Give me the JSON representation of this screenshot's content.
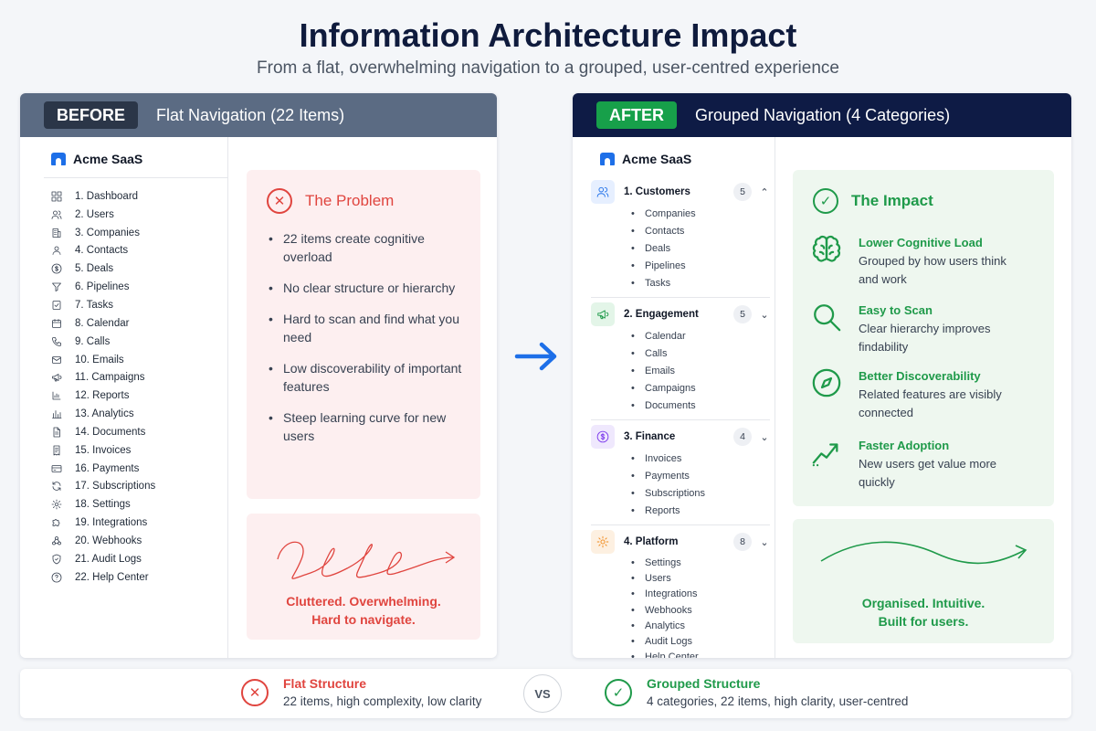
{
  "title": "Information Architecture Impact",
  "subtitle": "From a flat, overwhelming navigation to a grouped, user-centred experience",
  "before": {
    "pill": "BEFORE",
    "heading": "Flat Navigation (22 Items)",
    "brand": "Acme SaaS",
    "items": [
      {
        "label": "1. Dashboard",
        "icon": "grid-icon"
      },
      {
        "label": "2. Users",
        "icon": "users-icon"
      },
      {
        "label": "3. Companies",
        "icon": "building-icon"
      },
      {
        "label": "4. Contacts",
        "icon": "user-icon"
      },
      {
        "label": "5. Deals",
        "icon": "dollar-icon"
      },
      {
        "label": "6. Pipelines",
        "icon": "filter-icon"
      },
      {
        "label": "7. Tasks",
        "icon": "checklist-icon"
      },
      {
        "label": "8. Calendar",
        "icon": "calendar-icon"
      },
      {
        "label": "9. Calls",
        "icon": "phone-icon"
      },
      {
        "label": "10. Emails",
        "icon": "mail-icon"
      },
      {
        "label": "11. Campaigns",
        "icon": "megaphone-icon"
      },
      {
        "label": "12. Reports",
        "icon": "report-icon"
      },
      {
        "label": "13. Analytics",
        "icon": "bar-chart-icon"
      },
      {
        "label": "14. Documents",
        "icon": "document-icon"
      },
      {
        "label": "15. Invoices",
        "icon": "invoice-icon"
      },
      {
        "label": "16. Payments",
        "icon": "card-icon"
      },
      {
        "label": "17. Subscriptions",
        "icon": "refresh-icon"
      },
      {
        "label": "18. Settings",
        "icon": "gear-icon"
      },
      {
        "label": "19. Integrations",
        "icon": "puzzle-icon"
      },
      {
        "label": "20. Webhooks",
        "icon": "webhook-icon"
      },
      {
        "label": "21. Audit Logs",
        "icon": "shield-icon"
      },
      {
        "label": "22. Help Center",
        "icon": "help-icon"
      }
    ],
    "problem": {
      "title": "The Problem",
      "bullets": [
        "22 items create cognitive overload",
        "No clear structure or hierarchy",
        "Hard to scan and find what you need",
        "Low discoverability of important features",
        "Steep learning curve for new users"
      ]
    },
    "caption_line1": "Cluttered. Overwhelming.",
    "caption_line2": "Hard to navigate."
  },
  "after": {
    "pill": "AFTER",
    "heading": "Grouped Navigation (4 Categories)",
    "brand": "Acme SaaS",
    "groups": [
      {
        "label": "1. Customers",
        "count": "5",
        "expanded": true,
        "icon": "users-icon",
        "color": "#1d6fe8",
        "bg": "#e6efff",
        "items": [
          "Companies",
          "Contacts",
          "Deals",
          "Pipelines",
          "Tasks"
        ]
      },
      {
        "label": "2. Engagement",
        "count": "5",
        "expanded": false,
        "icon": "megaphone-icon",
        "color": "#1f9a4a",
        "bg": "#e3f5e8",
        "items": [
          "Calendar",
          "Calls",
          "Emails",
          "Campaigns",
          "Documents"
        ]
      },
      {
        "label": "3. Finance",
        "count": "4",
        "expanded": false,
        "icon": "dollar-icon",
        "color": "#7c3aed",
        "bg": "#efe8fd",
        "items": [
          "Invoices",
          "Payments",
          "Subscriptions",
          "Reports"
        ]
      },
      {
        "label": "4. Platform",
        "count": "8",
        "expanded": false,
        "icon": "gear-icon",
        "color": "#f08a1c",
        "bg": "#fdf0e1",
        "items": [
          "Settings",
          "Users",
          "Integrations",
          "Webhooks",
          "Analytics",
          "Audit Logs",
          "Help Center"
        ]
      }
    ],
    "impact": {
      "title": "The Impact",
      "benefits": [
        {
          "title": "Lower Cognitive Load",
          "desc": "Grouped by how users think and work",
          "icon": "brain-icon"
        },
        {
          "title": "Easy to Scan",
          "desc": "Clear hierarchy improves findability",
          "icon": "magnifier-icon"
        },
        {
          "title": "Better Discoverability",
          "desc": "Related features are visibly connected",
          "icon": "compass-icon"
        },
        {
          "title": "Faster Adoption",
          "desc": "New users get value more quickly",
          "icon": "trend-up-icon"
        }
      ]
    },
    "caption_line1": "Organised. Intuitive.",
    "caption_line2": "Built for users."
  },
  "footer": {
    "left_title": "Flat Structure",
    "left_desc": "22 items, high complexity, low clarity",
    "vs": "VS",
    "right_title": "Grouped Structure",
    "right_desc": "4 categories, 22 items, high clarity, user-centred"
  },
  "colors": {
    "red": "#e0453f",
    "green": "#1f9a4a",
    "navy": "#0e1b45",
    "blue": "#1d6fe8"
  }
}
